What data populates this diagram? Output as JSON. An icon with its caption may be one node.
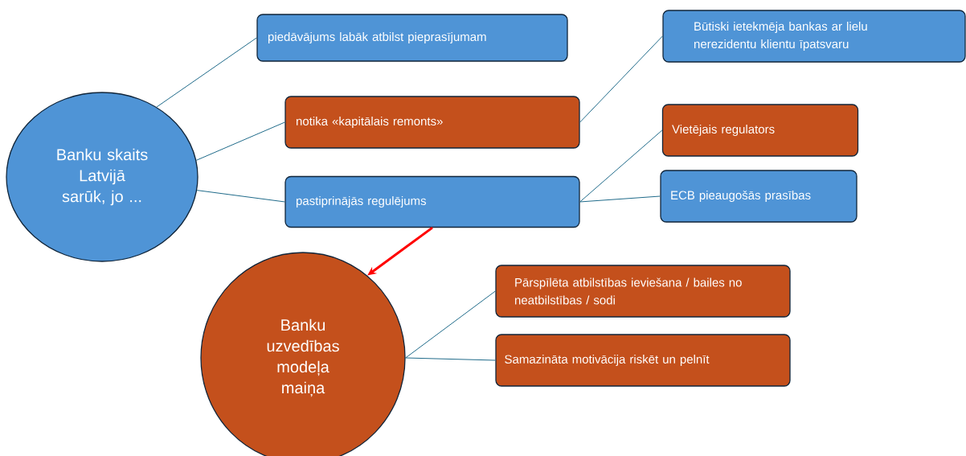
{
  "diagram": {
    "nodes": [
      {
        "text": [
          "Banku skaits Latvijā sarūk, jo ..."
        ]
      },
      {
        "text": [
          "piedāvājums labāk atbilst pieprasījumam"
        ]
      },
      {
        "text": [
          "notika «kapitālais remonts»"
        ]
      },
      {
        "text": [
          "pastiprinājās regulējums"
        ]
      },
      {
        "text": [
          "Būtiski ietekmēja bankas ar lielu nerezidentu klientu īpatsvaru"
        ]
      },
      {
        "text": [
          "Vietējais regulators"
        ]
      },
      {
        "text": [
          "ECB pieaugošās prasības"
        ]
      },
      {
        "text": [
          "Banku uzvedības modeļa maiņa"
        ]
      },
      {
        "text": [
          "Pārspīlēta atbilstības ieviešana / bailes no neatbilstības / sodi"
        ]
      },
      {
        "text": [
          "Samazināta motivācija riskēt un pelnīt"
        ]
      }
    ],
    "edges": [
      {
        "from": 0,
        "to": 1,
        "arrow": "none"
      },
      {
        "from": 0,
        "to": 2,
        "arrow": "none"
      },
      {
        "from": 0,
        "to": 3,
        "arrow": "none"
      },
      {
        "from": 2,
        "to": 4,
        "arrow": "none"
      },
      {
        "from": 3,
        "to": 5,
        "arrow": "none"
      },
      {
        "from": 3,
        "to": 6,
        "arrow": "none"
      },
      {
        "from": 3,
        "to": 7,
        "arrow": "to",
        "style": "thick",
        "color": "#ff0000"
      },
      {
        "from": 7,
        "to": 8,
        "arrow": "none"
      },
      {
        "from": 7,
        "to": 9,
        "arrow": "none"
      }
    ]
  }
}
